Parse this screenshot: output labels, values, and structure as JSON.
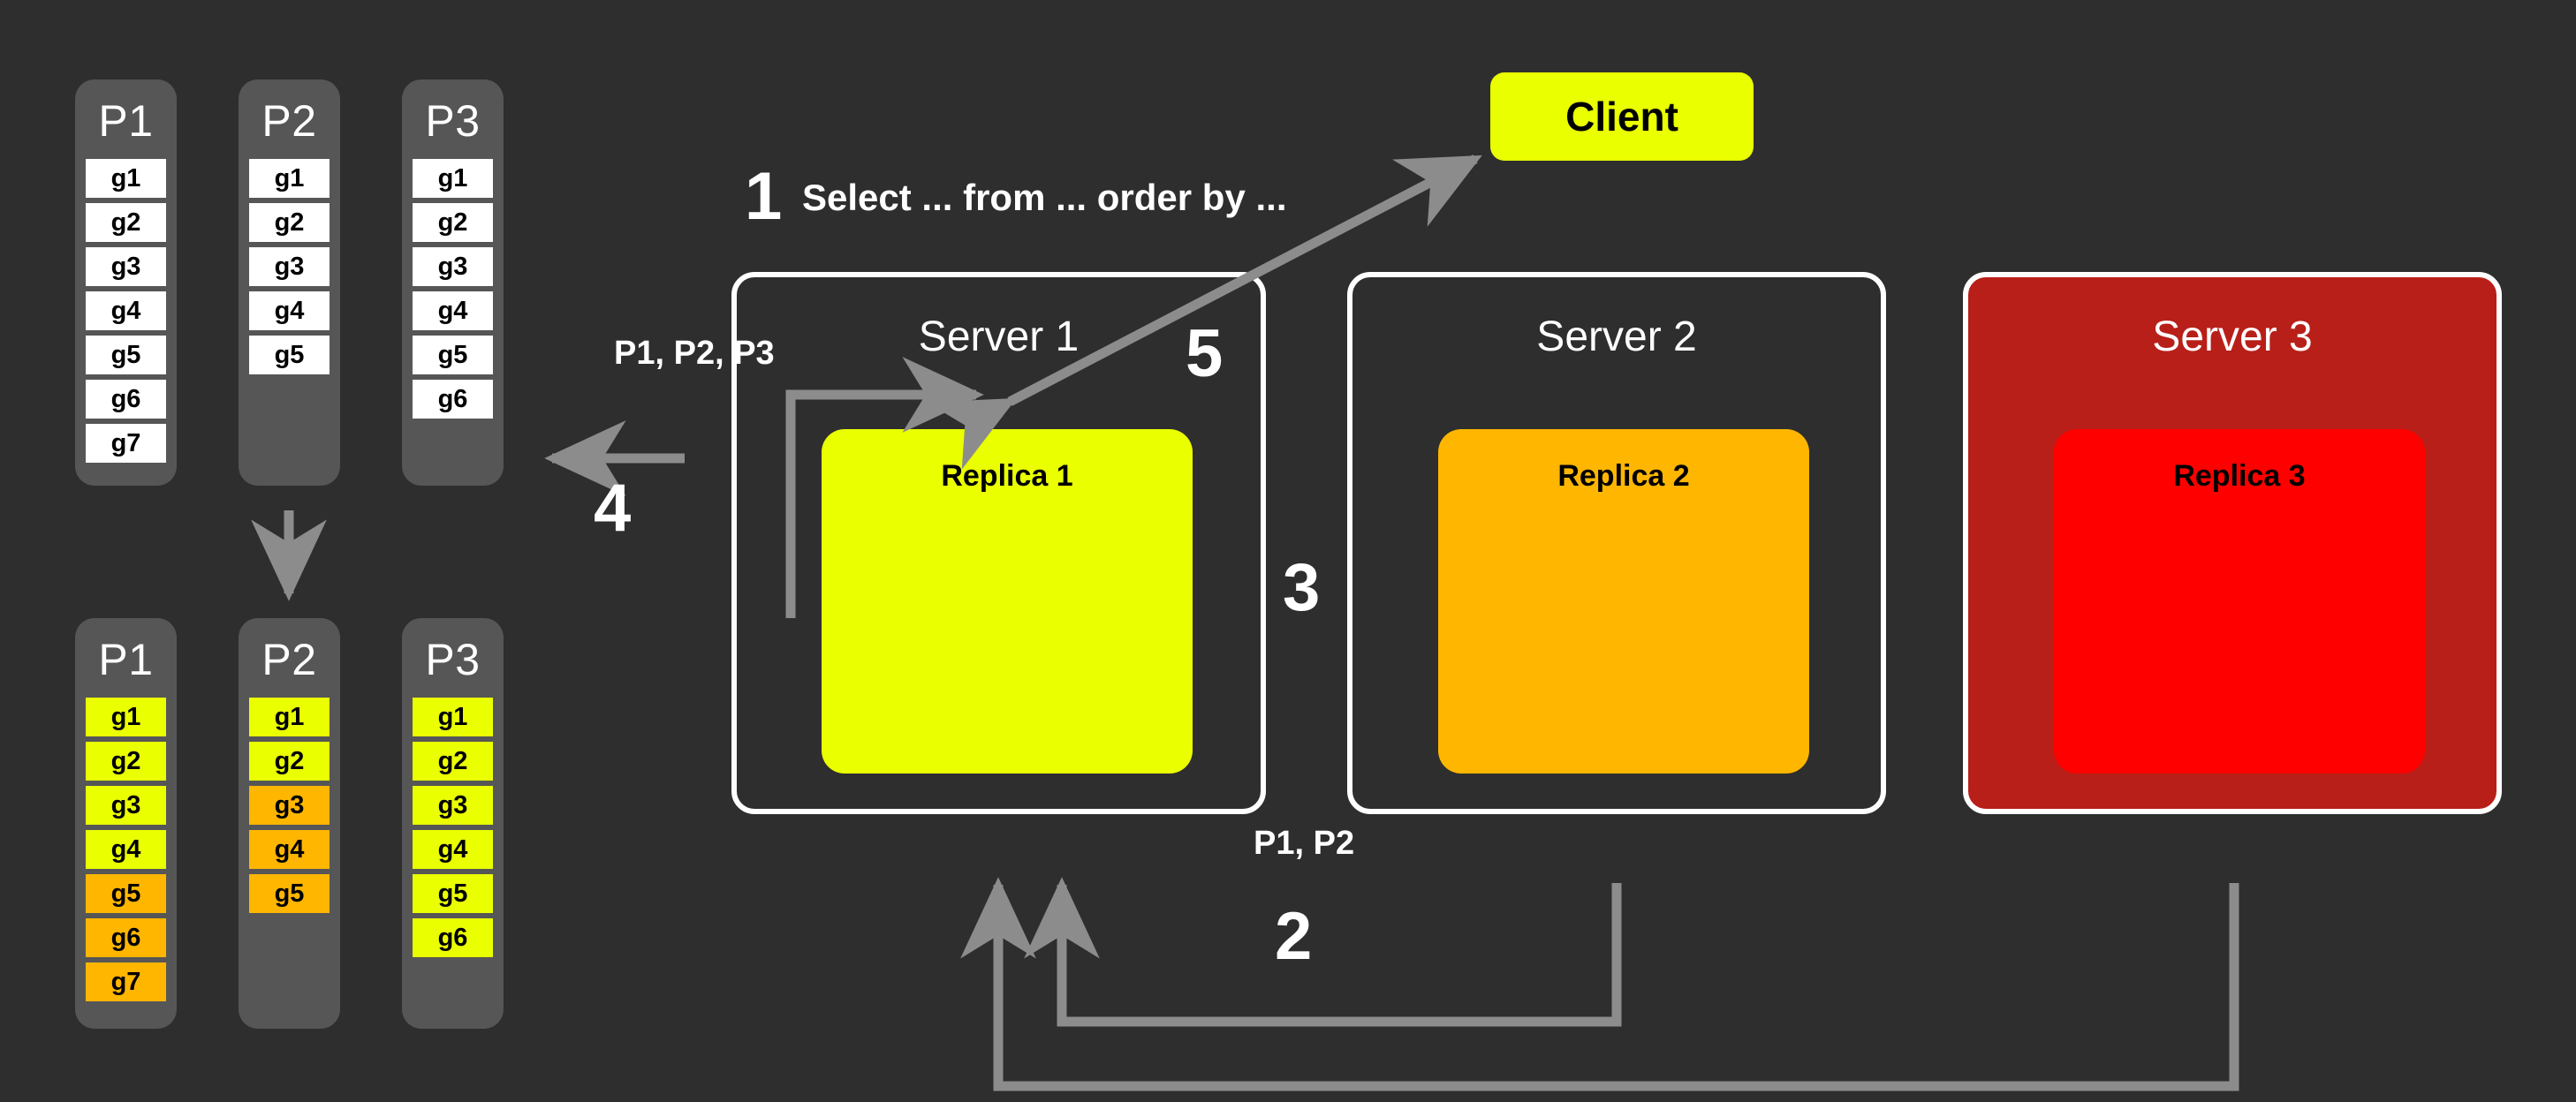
{
  "colors": {
    "background": "#2e2e2e",
    "partition_bg": "#565656",
    "cell_white": "#ffffff",
    "cell_yellow": "#eaff00",
    "cell_orange": "#ffb600",
    "server_border": "#ffffff",
    "replica1": "#eaff00",
    "replica2": "#ffb600",
    "replica3": "#ff0000",
    "server3_bg": "#b81f19",
    "client_bg": "#eaff00",
    "arrow": "#8c8c8c",
    "text_light": "#ffffff",
    "text_dark": "#000000"
  },
  "partitions_before": [
    {
      "title": "P1",
      "cells": [
        {
          "label": "g1",
          "color": "white"
        },
        {
          "label": "g2",
          "color": "white"
        },
        {
          "label": "g3",
          "color": "white"
        },
        {
          "label": "g4",
          "color": "white"
        },
        {
          "label": "g5",
          "color": "white"
        },
        {
          "label": "g6",
          "color": "white"
        },
        {
          "label": "g7",
          "color": "white"
        }
      ]
    },
    {
      "title": "P2",
      "cells": [
        {
          "label": "g1",
          "color": "white"
        },
        {
          "label": "g2",
          "color": "white"
        },
        {
          "label": "g3",
          "color": "white"
        },
        {
          "label": "g4",
          "color": "white"
        },
        {
          "label": "g5",
          "color": "white"
        }
      ]
    },
    {
      "title": "P3",
      "cells": [
        {
          "label": "g1",
          "color": "white"
        },
        {
          "label": "g2",
          "color": "white"
        },
        {
          "label": "g3",
          "color": "white"
        },
        {
          "label": "g4",
          "color": "white"
        },
        {
          "label": "g5",
          "color": "white"
        },
        {
          "label": "g6",
          "color": "white"
        }
      ]
    }
  ],
  "partitions_after": [
    {
      "title": "P1",
      "cells": [
        {
          "label": "g1",
          "color": "yellow"
        },
        {
          "label": "g2",
          "color": "yellow"
        },
        {
          "label": "g3",
          "color": "yellow"
        },
        {
          "label": "g4",
          "color": "yellow"
        },
        {
          "label": "g5",
          "color": "orange"
        },
        {
          "label": "g6",
          "color": "orange"
        },
        {
          "label": "g7",
          "color": "orange"
        }
      ]
    },
    {
      "title": "P2",
      "cells": [
        {
          "label": "g1",
          "color": "yellow"
        },
        {
          "label": "g2",
          "color": "yellow"
        },
        {
          "label": "g3",
          "color": "orange"
        },
        {
          "label": "g4",
          "color": "orange"
        },
        {
          "label": "g5",
          "color": "orange"
        }
      ]
    },
    {
      "title": "P3",
      "cells": [
        {
          "label": "g1",
          "color": "yellow"
        },
        {
          "label": "g2",
          "color": "yellow"
        },
        {
          "label": "g3",
          "color": "yellow"
        },
        {
          "label": "g4",
          "color": "yellow"
        },
        {
          "label": "g5",
          "color": "yellow"
        },
        {
          "label": "g6",
          "color": "yellow"
        }
      ]
    }
  ],
  "client": {
    "label": "Client"
  },
  "servers": [
    {
      "title": "Server 1",
      "replica": "Replica 1"
    },
    {
      "title": "Server 2",
      "replica": "Replica 2"
    },
    {
      "title": "Server 3",
      "replica": "Replica 3"
    }
  ],
  "steps": {
    "one": "1",
    "two": "2",
    "three": "3",
    "four": "4",
    "five": "5"
  },
  "annotations": {
    "query": "Select ... from ... order by ...",
    "partitions_sent": "P1, P2, P3",
    "partitions_fetched": "P1, P2"
  }
}
